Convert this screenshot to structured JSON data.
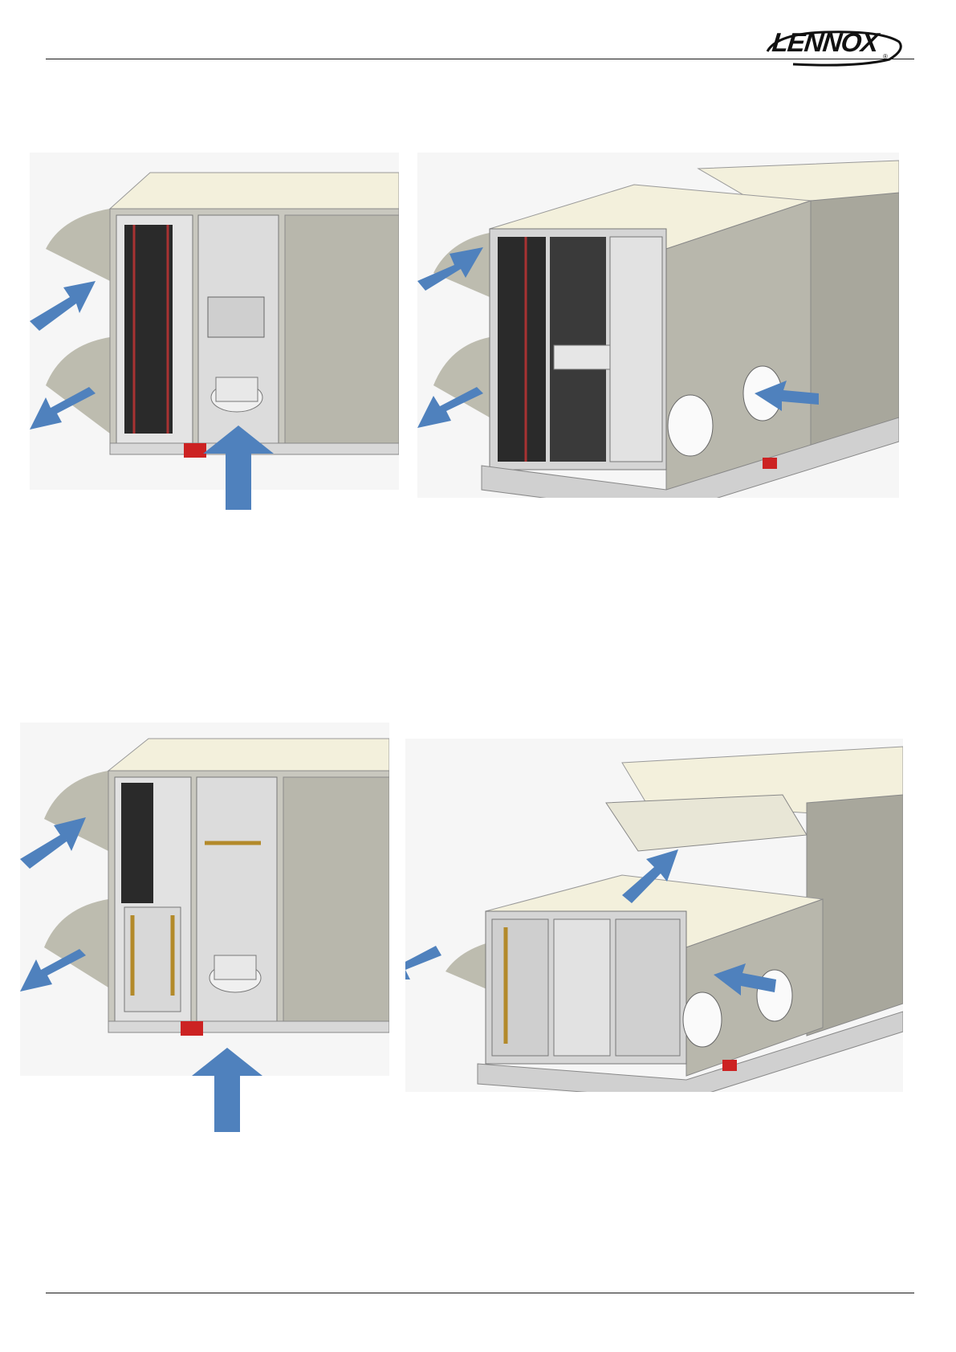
{
  "header": {
    "logo_text": "LENNOX",
    "logo_reg": "®"
  },
  "colors": {
    "arrow": "#4f81bd",
    "panel": "#f3f0dc",
    "side": "#b9b8ad",
    "frame": "#a6a6a6",
    "shadow": "#bdbcaf",
    "badge": "#cc2222"
  },
  "figures": [
    {
      "name": "unit-front-left-top",
      "icon": "rooftop-unit-illustration"
    },
    {
      "name": "unit-iso-right-top",
      "icon": "rooftop-unit-illustration"
    },
    {
      "name": "unit-front-left-bottom",
      "icon": "rooftop-unit-illustration"
    },
    {
      "name": "unit-iso-right-bottom",
      "icon": "rooftop-unit-illustration"
    }
  ]
}
